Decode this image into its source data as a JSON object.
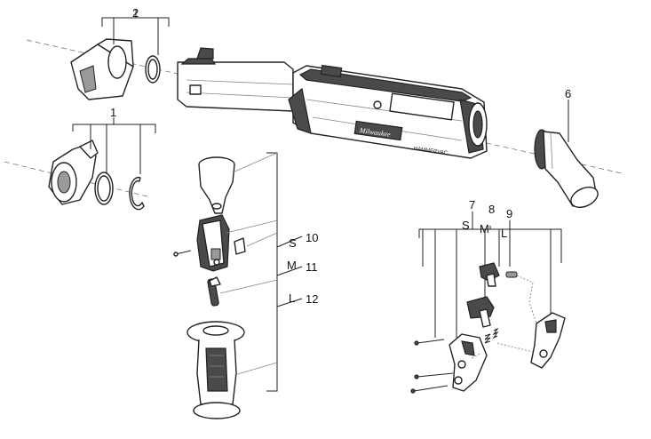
{
  "callouts": {
    "c1": "1",
    "c2": "2",
    "c6": "6",
    "c7": "7",
    "c8": "8",
    "c9": "9",
    "c10": "10",
    "c11": "11",
    "c12": "12"
  },
  "size_labels": {
    "small": "S",
    "medium": "M",
    "large": "L",
    "small_right": "S",
    "medium_right": "M",
    "large_right": "L"
  },
  "brand_text": "Milwaukee",
  "model_text": "HAMMERVAC"
}
